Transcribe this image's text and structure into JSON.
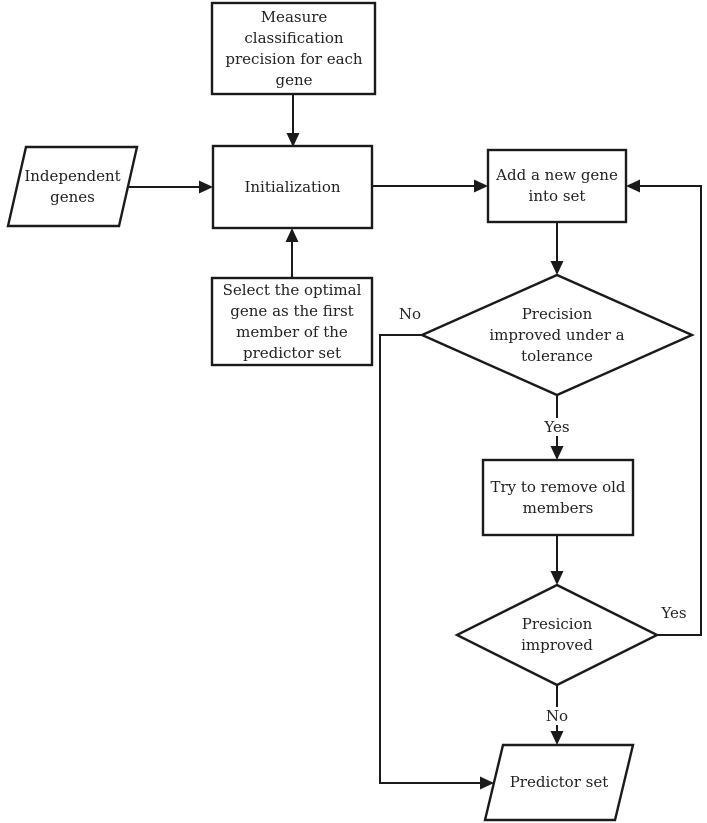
{
  "nodes": {
    "measure": {
      "label": "Measure\nclassification\nprecision for each\ngene",
      "shape": "rectangle"
    },
    "independent_genes": {
      "label": "Independent\ngenes",
      "shape": "parallelogram"
    },
    "initialization": {
      "label": "Initialization",
      "shape": "rectangle"
    },
    "select_optimal": {
      "label": "Select the optimal\ngene as the first\nmember of the\npredictor set",
      "shape": "rectangle"
    },
    "add_gene": {
      "label": "Add a new gene\ninto set",
      "shape": "rectangle"
    },
    "tolerance_decision": {
      "label": "Precision\nimproved under a\ntolerance",
      "shape": "diamond"
    },
    "try_remove": {
      "label": "Try to remove old\nmembers",
      "shape": "rectangle"
    },
    "improved_decision": {
      "label": "Presicion\nimproved",
      "shape": "diamond"
    },
    "predictor_set": {
      "label": "Predictor set",
      "shape": "parallelogram"
    }
  },
  "edge_labels": {
    "tolerance_no": "No",
    "tolerance_yes": "Yes",
    "improved_yes": "Yes",
    "improved_no": "No"
  },
  "colors": {
    "line": "#1a1a1a",
    "text": "#222222",
    "background": "#ffffff"
  }
}
